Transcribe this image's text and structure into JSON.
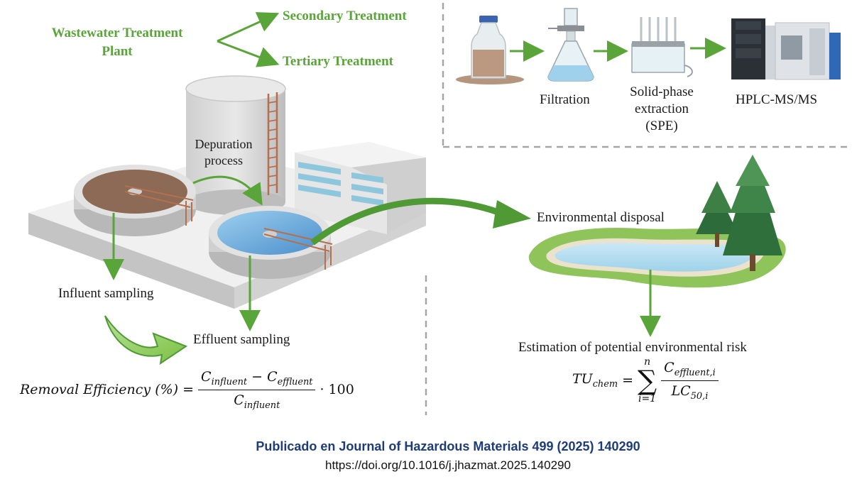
{
  "plant": {
    "title_line1": "Wastewater Treatment",
    "title_line2": "Plant",
    "branch_secondary": "Secondary Treatment",
    "branch_tertiary": "Tertiary Treatment",
    "depuration_line1": "Depuration",
    "depuration_line2": "process",
    "influent_label": "Influent sampling",
    "effluent_label": "Effluent sampling"
  },
  "analysis": {
    "filtration": "Filtration",
    "spe_line1": "Solid-phase",
    "spe_line2": "extraction",
    "spe_line3": "(SPE)",
    "hplc": "HPLC-MS/MS"
  },
  "environment": {
    "disposal": "Environmental disposal",
    "risk": "Estimation of potential environmental risk"
  },
  "equations": {
    "removal_lhs": "Removal Efficiency (%) =",
    "removal_num_c1": "C",
    "removal_num_sub1": "influent",
    "removal_minus": " − ",
    "removal_num_c2": "C",
    "removal_num_sub2": "effluent",
    "removal_den_c": "C",
    "removal_den_sub": "influent",
    "removal_tail": "· 100",
    "tu_lhs_t": "TU",
    "tu_lhs_sub": "chem",
    "tu_eq": "=",
    "tu_sum_top": "n",
    "tu_sum_sym": "∑",
    "tu_sum_bottom": "i=1",
    "tu_num_c": "C",
    "tu_num_sub": "effluent,i",
    "tu_den_c": "LC",
    "tu_den_sub": "50,i"
  },
  "publication": {
    "citation": "Publicado en Journal of Hazardous Materials 499 (2025) 140290",
    "doi": "https://doi.org/10.1016/j.jhazmat.2025.140290"
  },
  "colors": {
    "accent_green": "#5aa53a",
    "dashed_gray": "#a6a6a6",
    "publication_blue": "#1d3c78"
  }
}
